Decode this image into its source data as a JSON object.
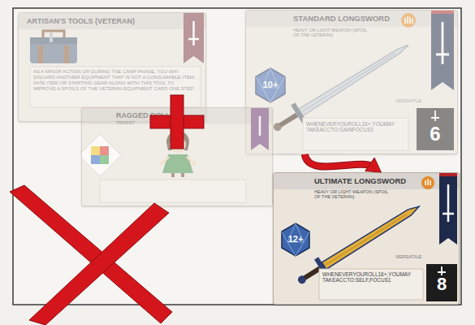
{
  "diagram": {
    "nodes": [
      {
        "text": [
          "ARTISAN'S TOOLS (VETERAN)",
          "AS A MINOR ACTION OR DURING THE CAMP PHASE, YOU MAY DISCARD ANOTHER EQUIPMENT THAT IS NOT A CONSUMABLE ITEM, FATE ITEM OR STARTING GEAR ALONG WITH THIS TOOL TO IMPROVE A SPOILS OF THE VETERAN EQUIPMENT CARD ONE STEP."
        ]
      },
      {
        "text": [
          "STANDARD LONGSWORD",
          "HEAVY OR LIGHT WEAPON (SPOIL OF THE VETERAN)",
          "10+",
          "VERSATILE",
          "WHENEVERYOUROLL16+,YOUMAY TAKEACCTO:GAINFOCUS1",
          "6"
        ]
      },
      {
        "text": [
          "RAGGED DOLL",
          "TRINKET"
        ]
      },
      {
        "text": [
          "ULTIMATE LONGSWORD",
          "HEAVY OR LIGHT WEAPON (SPOIL OF THE VETERAN)",
          "12+",
          "VERSATILE",
          "WHENEVERYOUROLL16+,YOUMAY TAKEACCTO:SELF,FOCUS1",
          "8"
        ]
      }
    ],
    "edges": [
      {
        "from": 1,
        "to": 3,
        "arrow": "to"
      }
    ]
  }
}
